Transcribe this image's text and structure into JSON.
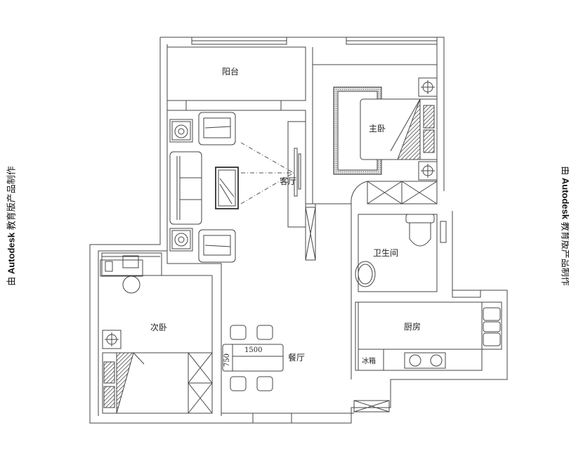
{
  "watermark": {
    "left": {
      "prefix": "由",
      "brand": "Autodesk",
      "suffix": "教育版产品制作"
    },
    "right": {
      "prefix": "由",
      "brand": "Autodesk",
      "suffix": "教育版产品制作"
    }
  },
  "rooms": {
    "balcony": "阳台",
    "master_bedroom": "主卧",
    "living_room": "客厅",
    "bathroom": "卫生间",
    "second_bedroom": "次卧",
    "dining_room": "餐厅",
    "kitchen": "厨房",
    "fridge": "冰箱"
  },
  "dimensions": {
    "table_length": "1500",
    "table_width": "750"
  },
  "colors": {
    "line": "#333333",
    "hatch": "#555555",
    "background": "#ffffff"
  }
}
